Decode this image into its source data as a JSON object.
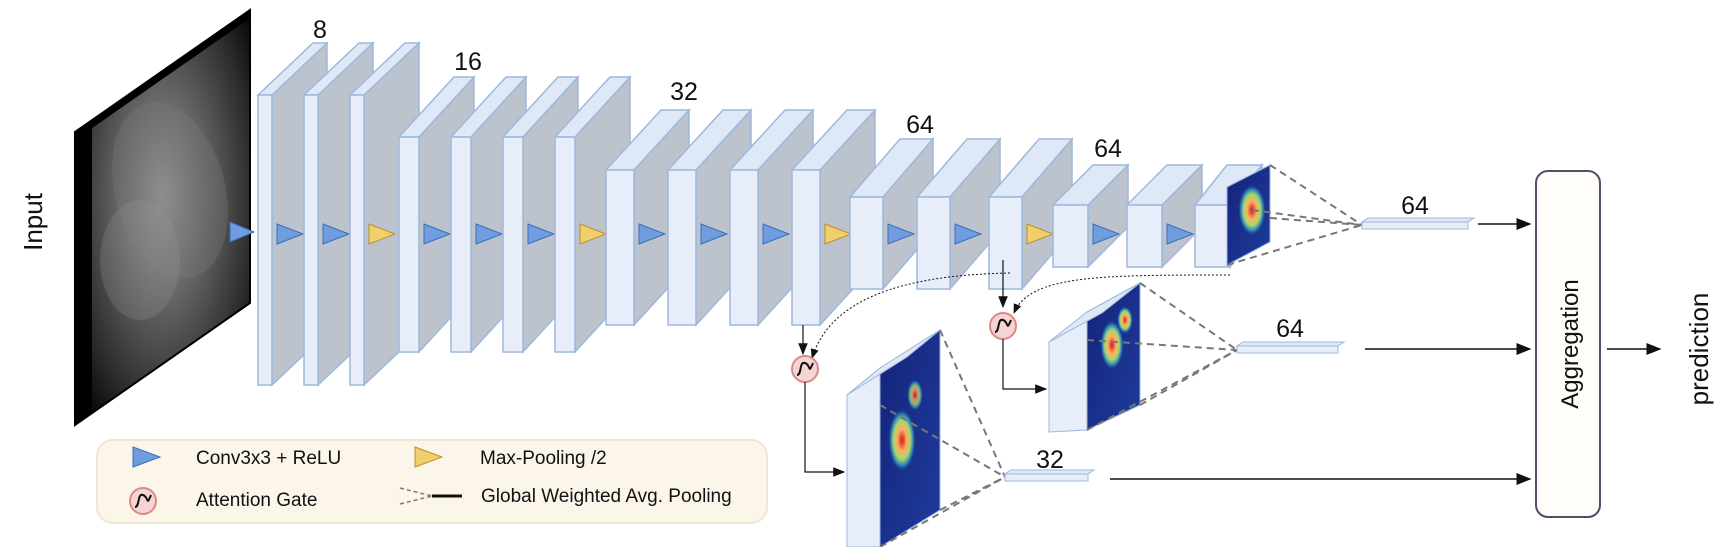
{
  "input_label": "Input",
  "channel_labels": [
    "8",
    "16",
    "32",
    "64",
    "64"
  ],
  "branch_labels": [
    "64",
    "64",
    "32"
  ],
  "aggregation_label": "Aggregation",
  "prediction_label": "prediction",
  "legend": {
    "conv": "Conv3x3 + ReLU",
    "pool": "Max-Pooling /2",
    "attention": "Attention Gate",
    "gwap": "Global Weighted Avg. Pooling"
  },
  "colors": {
    "block_face": "#e7eef9",
    "block_top": "#dfe8f6",
    "block_side": "#bcc3cc",
    "block_stroke": "#9db8dc",
    "conv_triangle": "#6f9de0",
    "pool_triangle": "#f1cf6c",
    "attention_fill": "#f6d4d4",
    "attention_stroke": "#d88a8a",
    "legend_bg": "#fcf6ea",
    "legend_stroke": "#f1e6cf",
    "aggregation_stroke": "#5b4a6a",
    "heatmap_bg": "#1a2a7a"
  },
  "icons": [
    "conv-triangle-icon",
    "pool-triangle-icon",
    "attention-gate-icon",
    "gwap-line-icon",
    "arrow-icon",
    "ultrasound-image-icon",
    "heatmap-icon"
  ]
}
